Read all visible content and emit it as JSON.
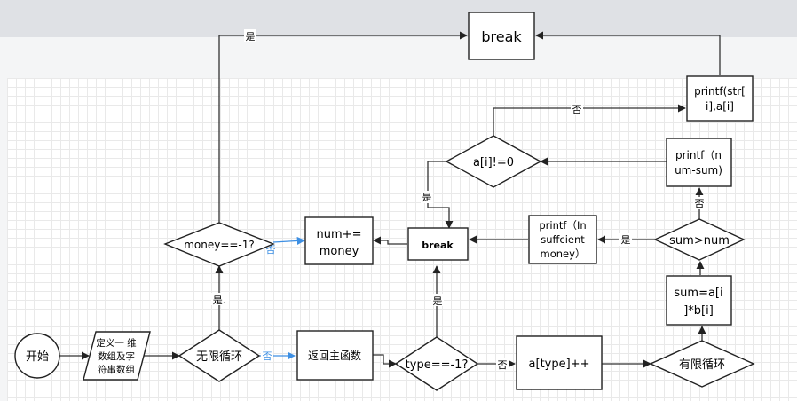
{
  "nodes": {
    "start": "开始",
    "define": [
      "定义一 维",
      "数组及字",
      "符串数组"
    ],
    "infinite_loop": "无限循环",
    "money_cond": "money==-1?",
    "num_add": [
      "num+=",
      "money"
    ],
    "break_top": "break",
    "break_mid": "break",
    "return_main": "返回主函数",
    "type_cond": "type==-1?",
    "a_type": "a[type]++",
    "finite_loop": "有限循环",
    "sum_calc": [
      "sum=a[i",
      "]*b[i]"
    ],
    "sum_cond": "sum>num",
    "printf_insufficient": [
      "printf（In",
      "suffcient",
      "money）"
    ],
    "printf_num_sum": [
      "printf（n",
      "um-sum)"
    ],
    "ai_cond": "a[i]!=0",
    "printf_str": [
      "printf(str[",
      "i],a[i]"
    ]
  },
  "edge_labels": {
    "money_yes": "是",
    "money_no": "否",
    "loop_yes": "是.",
    "loop_no": "否",
    "type_yes": "是",
    "type_no": "否",
    "sum_yes": "是",
    "sum_no": "否",
    "ai_yes": "是",
    "ai_no": "否"
  },
  "colors": {
    "edge": "#333333",
    "highlight_edge": "#3d8fe3",
    "grid": "#e9e9e9",
    "toolbar": "#dfe1e5"
  }
}
